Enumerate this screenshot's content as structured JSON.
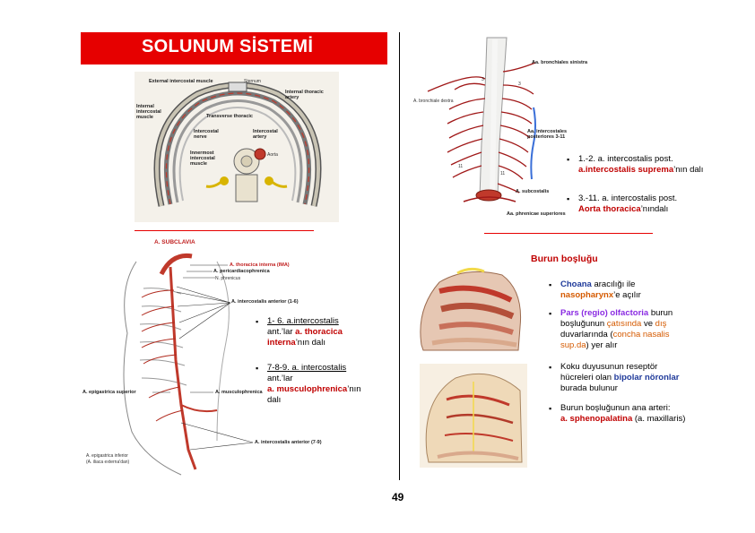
{
  "header": {
    "title": "SOLUNUM SİSTEMİ"
  },
  "thorax_figure": {
    "labels": {
      "external": "External intercostal muscle",
      "internal": "Internal intercostal muscle",
      "sternum": "Sternum",
      "internal_thoracic": "Internal thoracic artery",
      "transverse": "Transverse thoracic",
      "intercostal_nerve": "Intercostal nerve",
      "intercostal_artery": "Intercostal artery",
      "innermost": "Innermost intercostal muscle",
      "aorta": "Aorta"
    }
  },
  "aorta_figure": {
    "labels": {
      "bronchiales_sinistra": "Aa. bronchiales sinistra",
      "bronchiales_dextra": "A. bronchiale dextra",
      "intercostales_post": "Aa. intercostales posteriores 3-11",
      "subcostalis": "A. subcostalis",
      "phrenicae_sup": "Aa. phrenicae superiores",
      "n3a": "3",
      "n3b": "3",
      "n11a": "11",
      "n11b": "11"
    }
  },
  "posterior_bullets": [
    {
      "text1": "1.-2. a. intercostalis post.",
      "red": "a.intercostalis suprema",
      "text2": "’nın dalı"
    },
    {
      "text1": "3.-11. a. intercostalis post.",
      "red": "Aorta thoracica",
      "text2": "’nındalı"
    }
  ],
  "subclavia_figure": {
    "labels": {
      "subclavia": "A. SUBCLAVIA",
      "thoracica_interna": "A. thoracica interna (IMA)",
      "pericardiacophrenica": "A. pericardiacophrenica",
      "phrenicus": "N. phrenicus",
      "intercostalis_anterior_16": "A. intercostalis anterior (1-6)",
      "epigastrica_superior": "A. epigastrica superior",
      "musculophrenica": "A. musculophrenica",
      "epigastrica_inferior": "A. epigastrica inferior",
      "iliaca_externa": "(A. iliaca externa'dan)",
      "intercostalis_anterior_79": "A. intercostalis anterior (7-9)"
    }
  },
  "anterior_bullets": [
    {
      "line1": "1- 6. a.intercostalis",
      "line2a": "ant.’lar ",
      "red": "a. thoracica",
      "red2": "interna",
      "line3": "’nın dalı"
    },
    {
      "line1": "7-8-9. a. intercostalis",
      "line2a": "ant.’lar",
      "red": "a. musculophrenica",
      "line3": "’nın",
      "line4": "dalı"
    }
  ],
  "nose_section": {
    "heading": "Burun boşluğu",
    "bullets": [
      {
        "blue": "Choana",
        "text": " aracılığı ile",
        "orange": "nasopharynx",
        "text2": "’e açılır"
      },
      {
        "purple": "Pars (regio) olfactoria",
        "text": " burun",
        "line2": "boşluğunun ",
        "orange1": "çatısında",
        "text2": " ve ",
        "orange2": "dış",
        "line3": "duvarlarında (",
        "orange3": "concha nasalis",
        "line4orange": "sup.da",
        "line4": ") yer alır"
      },
      {
        "line1": "Koku duyusunun reseptör",
        "line2": "hücreleri olan ",
        "blue": "bipolar nöronlar",
        "line3": "burada bulunur"
      },
      {
        "line1": "Burun boşluğunun ana arteri:",
        "red": "a. sphenopalatina",
        "line2": " (a. maxillaris)"
      }
    ]
  },
  "footer": {
    "page_number": "49"
  }
}
